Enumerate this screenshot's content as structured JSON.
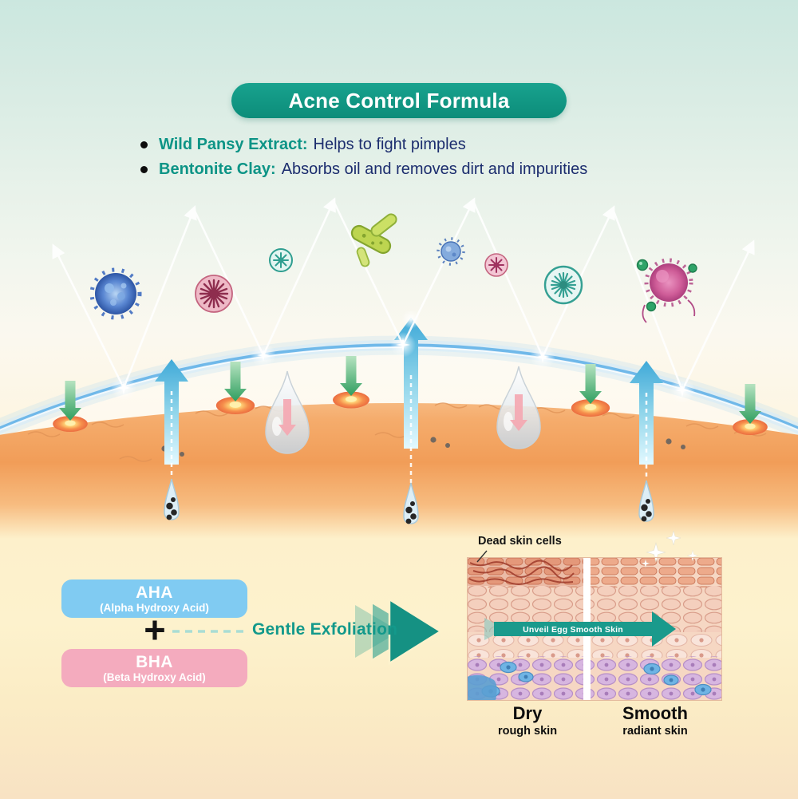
{
  "title": "Acne Control Formula",
  "bullets": [
    {
      "label": "Wild Pansy Extract:",
      "desc": "Helps to fight pimples"
    },
    {
      "label": "Bentonite Clay:",
      "desc": "Absorbs oil and removes dirt and impurities"
    }
  ],
  "exfoliation": {
    "dead_skin_label": "Dead skin cells",
    "aha_name": "AHA",
    "aha_full": "(Alpha Hydroxy Acid)",
    "plus": "+",
    "bha_name": "BHA",
    "bha_full": "(Beta Hydroxy Acid)",
    "arrow_label": "Gentle Exfoliation",
    "unveil_label": "Unveil Egg Smooth Skin",
    "dry_title": "Dry",
    "dry_sub": "rough skin",
    "smooth_title": "Smooth",
    "smooth_sub": "radiant skin"
  },
  "colors": {
    "accent_teal": "#12998a",
    "navy_text": "#1c2d6e",
    "aha_blue": "#80cbf2",
    "bha_pink": "#f4abbe",
    "skin_orange": "#f19d58",
    "barrier_blue": "#5fb0e8",
    "green_arrow": "#2f9e5f",
    "pimple_orange": "#eb6c40"
  },
  "icons": {
    "microbes": [
      "virus-icon",
      "spiky-microbe-icon",
      "bacteria-icon",
      "fuzzy-microbe-icon"
    ],
    "arrows": [
      "absorb-up-arrow-icon",
      "penetrate-down-arrow-icon",
      "reflection-shield-arrows"
    ],
    "other": [
      "water-droplet-icon",
      "pimple-icon",
      "hair-follicle-icon",
      "sparkle-icon"
    ]
  }
}
